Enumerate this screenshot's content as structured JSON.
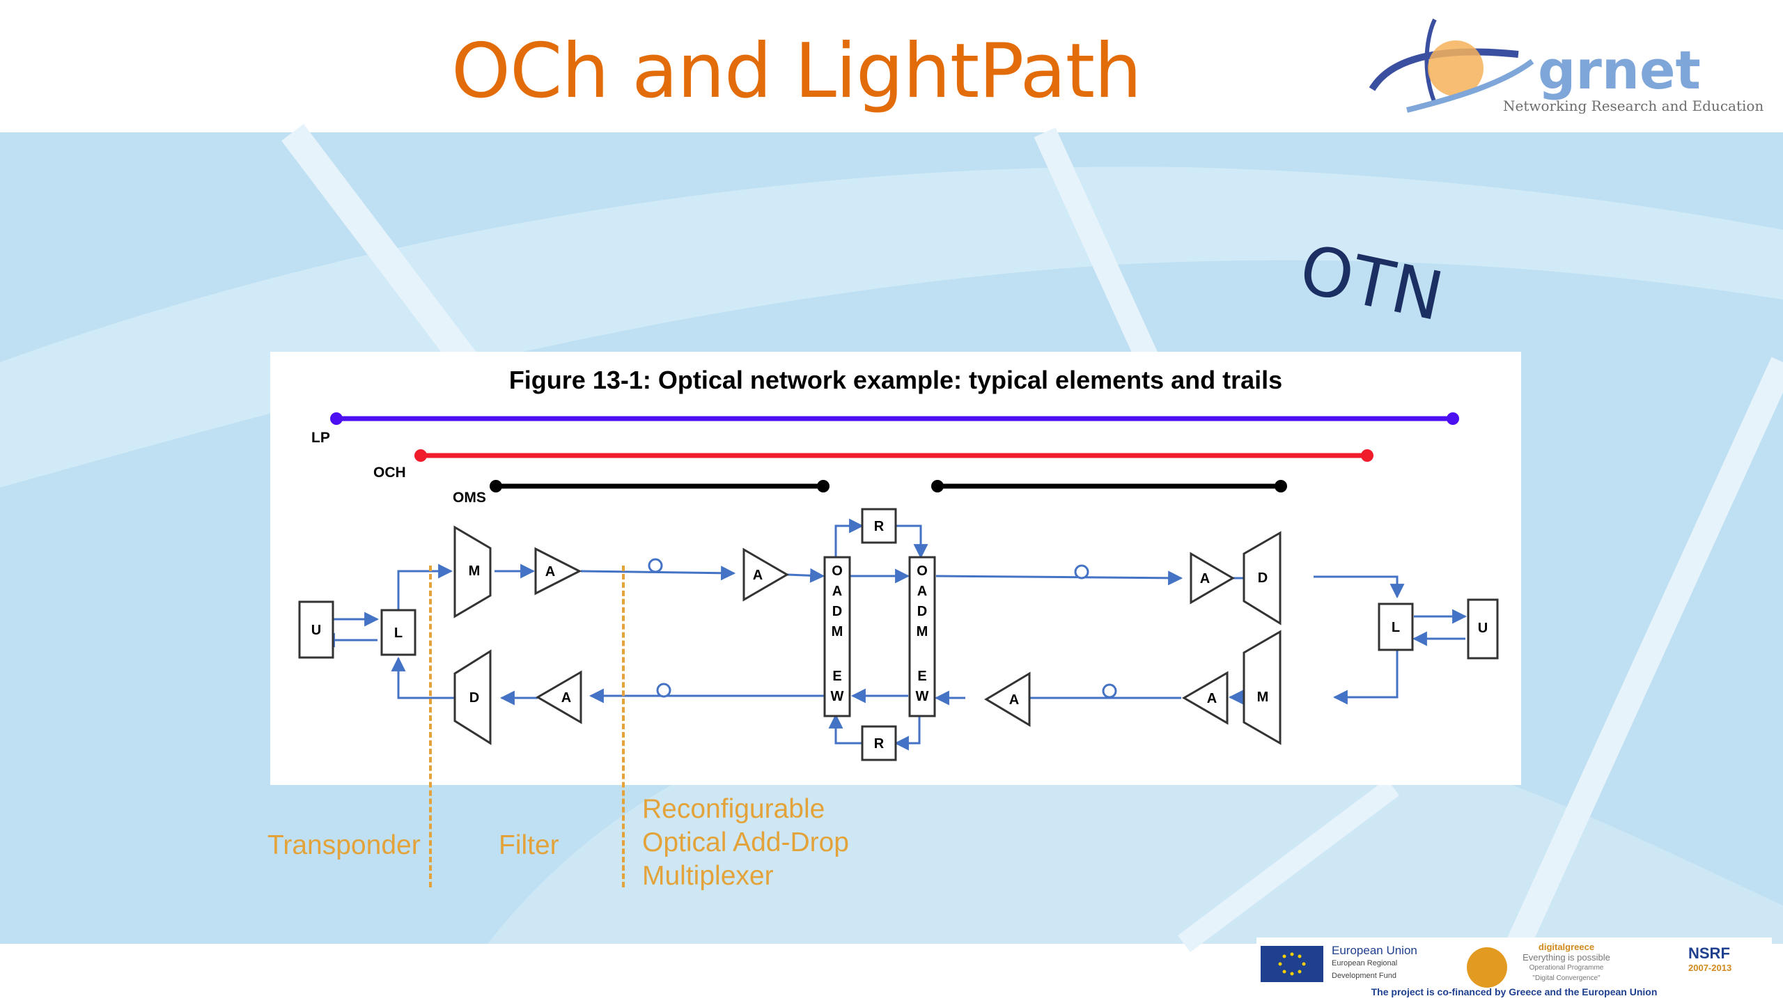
{
  "slide": {
    "title": "OCh and LightPath",
    "corner_label": "OTN"
  },
  "logo": {
    "word": "grnet",
    "tagline": "Networking Research and Education"
  },
  "figure": {
    "title": "Figure 13-1: Optical network example: typical elements and trails",
    "trails": [
      {
        "label": "LP",
        "color": "#4B0FF2"
      },
      {
        "label": "OCH",
        "color": "#F01B2B"
      },
      {
        "label": "OMS",
        "color": "#000000"
      }
    ],
    "elements": {
      "u": "U",
      "l": "L",
      "m": "M",
      "d": "D",
      "a": "A",
      "r": "R",
      "oadm_top": [
        "O",
        "A",
        "D",
        "M"
      ],
      "oadm_bottom": [
        "E",
        "W"
      ]
    },
    "colors": {
      "link": "#4472C4",
      "element_fill": "#ffffff",
      "element_stroke": "#333333"
    }
  },
  "annotations": {
    "transponder": "Transponder",
    "filter": "Filter",
    "roadm_lines": [
      "Reconfigurable",
      "Optical Add-Drop",
      "Multiplexer"
    ],
    "color": "#E3A33A"
  },
  "footer": {
    "eu_title": "European Union",
    "eu_sub1": "European Regional",
    "eu_sub2": "Development Fund",
    "dg_lines": [
      "digitalgreece",
      "Everything is possible",
      "Operational Programme",
      "\"Digital Convergence\""
    ],
    "nsrf": "NSRF",
    "nsrf_years": "2007-2013",
    "caption": "The project is co-financed by Greece and the European Union"
  }
}
